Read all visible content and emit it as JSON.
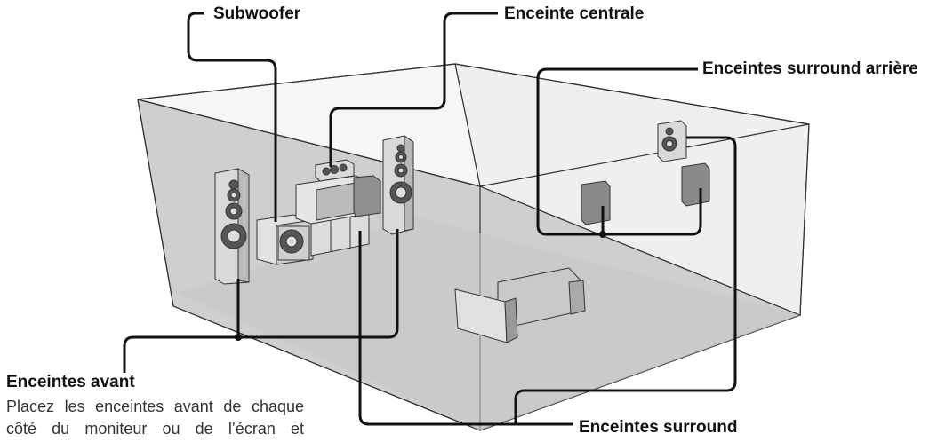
{
  "labels": {
    "subwoofer": "Subwoofer",
    "center": "Enceinte centrale",
    "rear_surround": "Enceintes surround arrière",
    "front": "Enceintes avant",
    "surround": "Enceintes surround"
  },
  "front_description": "Placez les enceintes avant de chaque côté du moniteur ou de l’écran et",
  "colors": {
    "floor": "#cfcfcf",
    "wall": "#ececec",
    "speaker": "#d9d9d9",
    "speaker_dark": "#7a7a7a",
    "line": "#111111"
  }
}
